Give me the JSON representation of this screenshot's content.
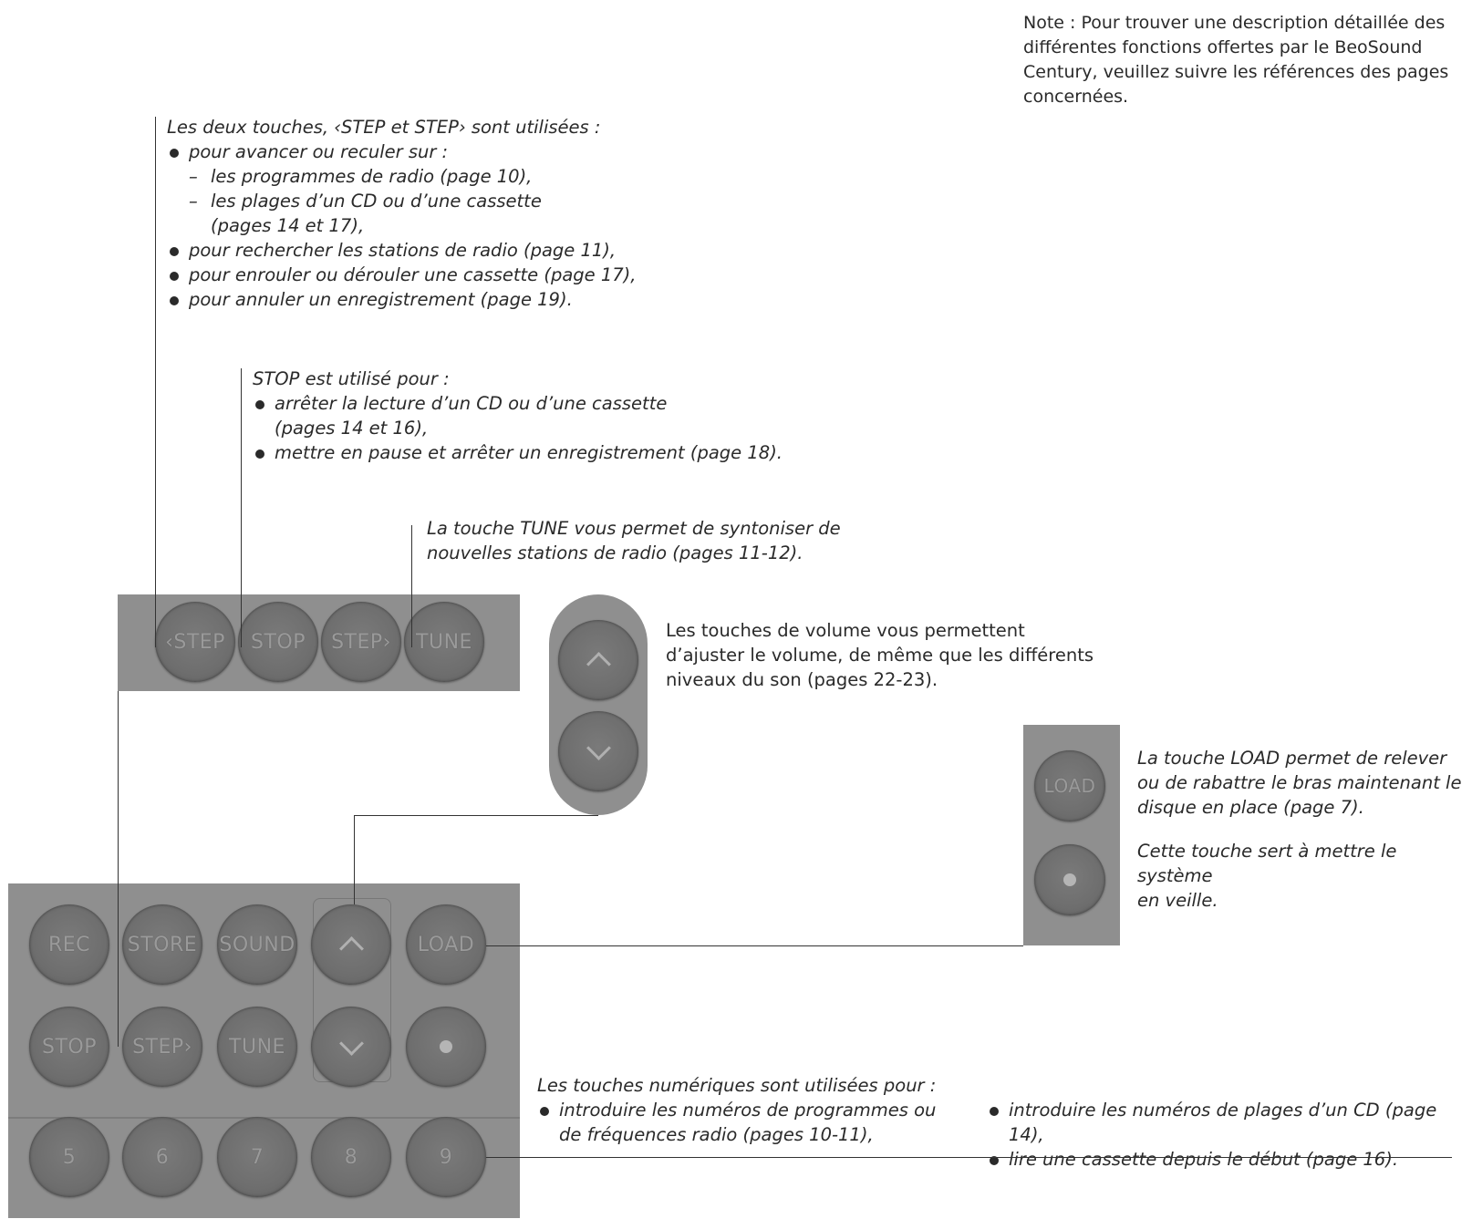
{
  "note": "Note : Pour trouver une description détaillée des différentes fonctions offertes par le BeoSound Century, veuillez suivre les références des pages concernées.",
  "step_block": {
    "intro": "Les deux touches, ‹STEP et STEP› sont utilisées :",
    "b1": "pour avancer ou reculer sur :",
    "d1": "les programmes de radio (page 10),",
    "d2": "les plages d’un CD ou d’une cassette",
    "d2b": "(pages 14 et 17),",
    "b2": "pour rechercher les stations de radio (page 11),",
    "b3": "pour enrouler ou dérouler une cassette (page 17),",
    "b4": "pour annuler un enregistrement (page 19)."
  },
  "stop_block": {
    "intro": "STOP est utilisé pour :",
    "b1": "arrêter la lecture d’un CD ou d’une cassette",
    "b1b": "(pages 14 et 16),",
    "b2": "mettre en pause et arrêter un enregistrement (page 18)."
  },
  "tune_block": {
    "l1": "La touche TUNE vous permet de syntoniser de",
    "l2": "nouvelles stations de radio (pages 11-12)."
  },
  "volume_block": {
    "l1": "Les touches de volume vous permettent",
    "l2": "d’ajuster le volume, de même que les différents",
    "l3": "niveaux du son (pages 22-23)."
  },
  "load_block": {
    "l1": "La touche LOAD permet de relever",
    "l2": "ou de rabattre le bras maintenant le",
    "l3": "disque en place (page 7).",
    "l4": "Cette touche sert à mettre le système",
    "l5": "en veille."
  },
  "numeric_block": {
    "intro": "Les touches numériques sont utilisées pour :",
    "b1": "introduire les numéros de programmes ou",
    "b1b": "de fréquences radio (pages 10-11),",
    "b2": "introduire les numéros de plages d’un CD (page 14),",
    "b3": "lire une cassette depuis le début (page 16)."
  },
  "top_panel_buttons": [
    "‹STEP",
    "STOP",
    "STEP›",
    "TUNE"
  ],
  "load_panel_buttons": [
    "LOAD"
  ],
  "main_panel": {
    "row1": [
      "REC",
      "STORE",
      "SOUND",
      "LOAD"
    ],
    "row2": [
      "STOP",
      "STEP›",
      "TUNE"
    ],
    "row3": [
      "5",
      "6",
      "7",
      "8",
      "9"
    ]
  },
  "icons": {
    "volume_up": "chevron-up-icon",
    "volume_down": "chevron-down-icon",
    "standby": "dot-icon"
  }
}
